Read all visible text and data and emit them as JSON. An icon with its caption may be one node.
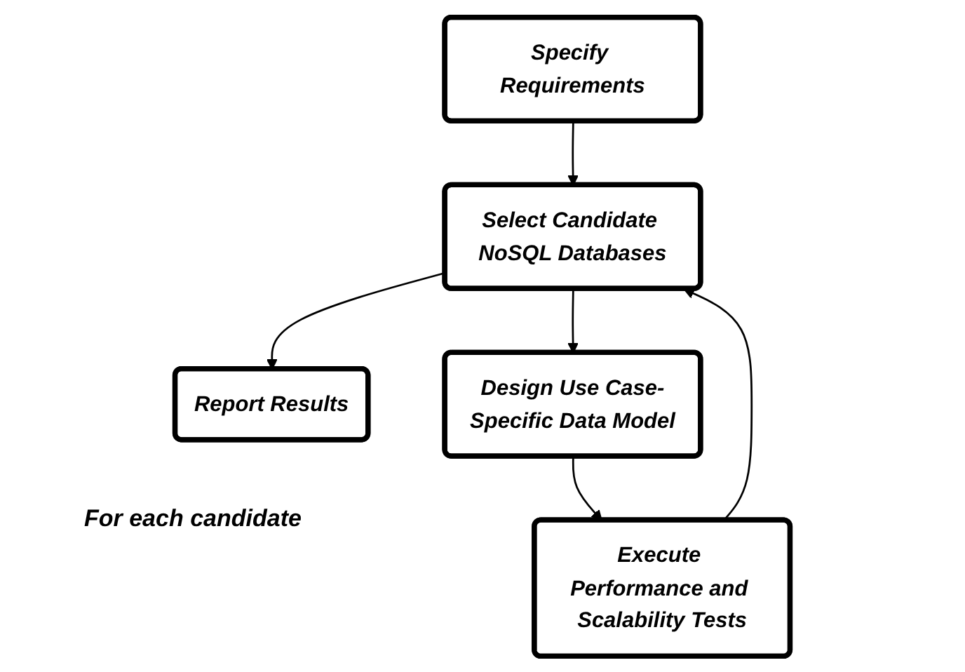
{
  "diagram": {
    "nodes": [
      {
        "text": [
          "Specify Requirements"
        ]
      },
      {
        "text": [
          "Select Candidate NoSQL Databases"
        ]
      },
      {
        "text": [
          "Report Results"
        ]
      },
      {
        "text": [
          "Design Use Case-Specific Data Model"
        ]
      },
      {
        "text": [
          "Execute Performance and Scalability Tests"
        ]
      }
    ],
    "edges": [
      {
        "from": 0,
        "to": 1,
        "arrow": "to"
      },
      {
        "from": 1,
        "to": 3,
        "arrow": "to"
      },
      {
        "from": 3,
        "to": 4,
        "arrow": "to"
      },
      {
        "from": 4,
        "to": 1,
        "arrow": "to"
      },
      {
        "from": 1,
        "to": 2,
        "arrow": "to"
      }
    ],
    "labels": [
      "For each candidate"
    ]
  }
}
